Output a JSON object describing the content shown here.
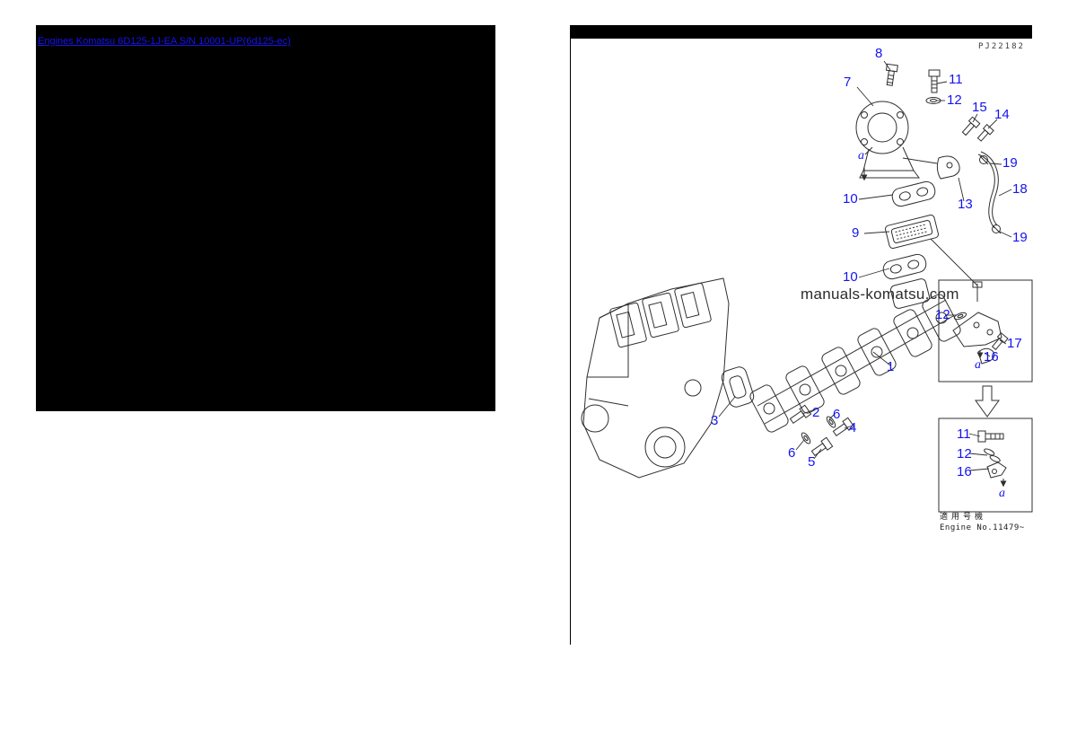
{
  "colors": {
    "link_blue": "#1812ee",
    "callout_blue": "#1414f0",
    "panel_black": "#000000",
    "line_art": "#2f2f2f"
  },
  "left_panel": {
    "link_text": "Engines Komatsu 6D125-1J-EA S/N 10001-UP(6d125-ec)"
  },
  "diagram": {
    "plate_code": "PJ22182",
    "watermark": "manuals-komatsu.com",
    "applicability": {
      "jp": "適用号機",
      "en": "Engine No.11479~"
    },
    "direction_label": "a",
    "callouts": [
      {
        "label": "8"
      },
      {
        "label": "7"
      },
      {
        "label": "11"
      },
      {
        "label": "12"
      },
      {
        "label": "15"
      },
      {
        "label": "14"
      },
      {
        "label": "19"
      },
      {
        "label": "18"
      },
      {
        "label": "13"
      },
      {
        "label": "10"
      },
      {
        "label": "9"
      },
      {
        "label": "19"
      },
      {
        "label": "10"
      },
      {
        "label": "12"
      },
      {
        "label": "17"
      },
      {
        "label": "16"
      },
      {
        "label": "1"
      },
      {
        "label": "3"
      },
      {
        "label": "2"
      },
      {
        "label": "6"
      },
      {
        "label": "4"
      },
      {
        "label": "6"
      },
      {
        "label": "5"
      },
      {
        "label": "11"
      },
      {
        "label": "12"
      },
      {
        "label": "16"
      }
    ]
  }
}
